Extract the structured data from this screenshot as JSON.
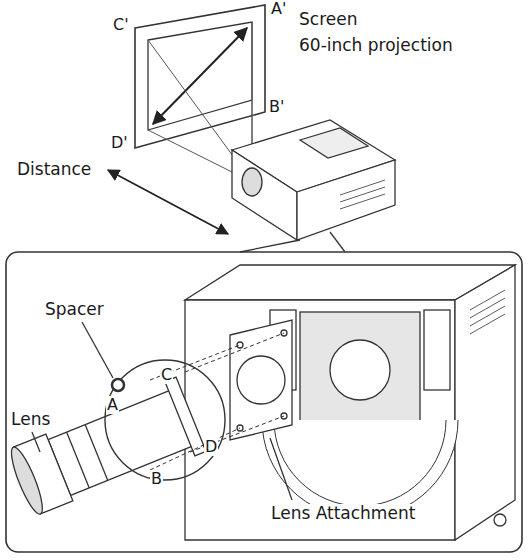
{
  "diagram": {
    "labels": [
      "C'",
      "A'",
      "Screen",
      "60-inch projection",
      "B'",
      "D'",
      "Distance",
      "Spacer",
      "C",
      "A",
      "Lens",
      "D",
      "B",
      "Lens Attachment"
    ]
  }
}
